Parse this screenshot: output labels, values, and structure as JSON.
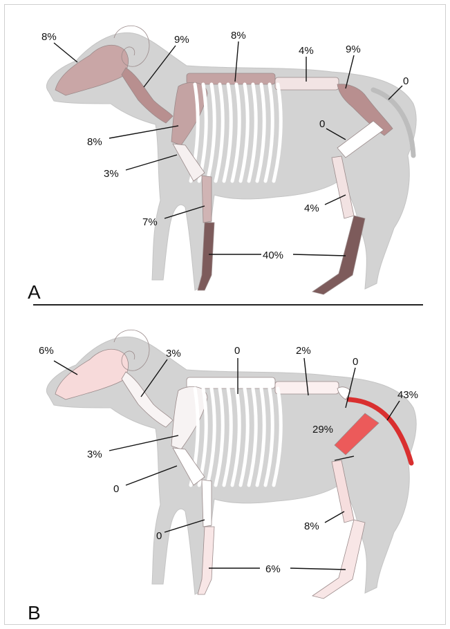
{
  "panels": [
    {
      "letter": "A",
      "labels": {
        "skull": "8%",
        "neck": "9%",
        "thoracic": "8%",
        "lumbar": "4%",
        "sacrum": "9%",
        "tail": "0",
        "scapula": "8%",
        "humerus": "3%",
        "radius": "7%",
        "femur": "0",
        "tibia": "4%",
        "metapodials": "40%"
      },
      "colors": {
        "skull": "#c9a6a6",
        "neck": "#b88f8f",
        "thoracic": "#c4a3a3",
        "lumbar": "#f2e4e4",
        "sacrum": "#b88f8f",
        "tail": "#d3d3d3",
        "scapula": "#c4a3a3",
        "humerus": "#f6f0f0",
        "radius": "#d0b4b4",
        "femur": "#ffffff",
        "tibia": "#f2e2e2",
        "metapodials": "#7d5b5b",
        "ribs": "#ffffff"
      }
    },
    {
      "letter": "B",
      "labels": {
        "skull": "6%",
        "neck": "3%",
        "thoracic": "0",
        "lumbar": "2%",
        "sacrum": "0",
        "tail": "43%",
        "scapula": "3%",
        "humerus": "0",
        "radius": "0",
        "femur": "29%",
        "tibia": "8%",
        "metapodials": "6%"
      },
      "colors": {
        "skull": "#f7dada",
        "neck": "#f8f4f4",
        "thoracic": "#ffffff",
        "lumbar": "#fbf0f0",
        "sacrum": "#ffffff",
        "tail": "#d92f2f",
        "scapula": "#f7f3f3",
        "humerus": "#ffffff",
        "radius": "#ffffff",
        "femur": "#ec5a5a",
        "tibia": "#f6dede",
        "metapodials": "#f8e6e6",
        "ribs": "#ffffff"
      }
    }
  ],
  "colors": {
    "body": "#d3d3d3",
    "divider": "#222222"
  }
}
